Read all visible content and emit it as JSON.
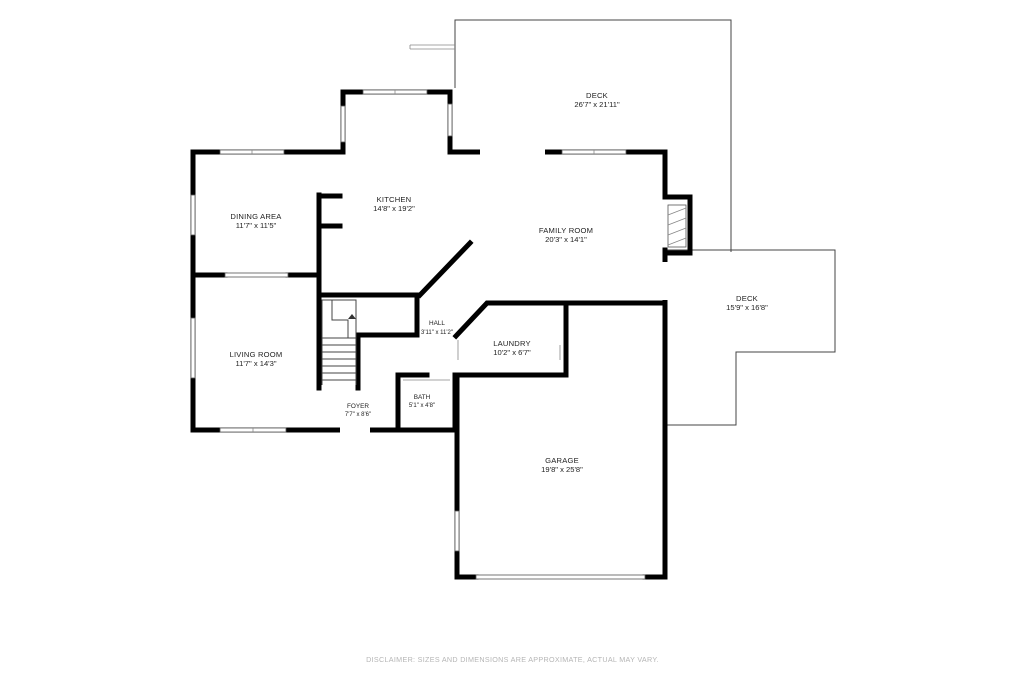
{
  "rooms": {
    "deck_top": {
      "name": "DECK",
      "dim": "26'7\" x 21'11\""
    },
    "kitchen": {
      "name": "KITCHEN",
      "dim": "14'8\" x 19'2\""
    },
    "dining": {
      "name": "DINING AREA",
      "dim": "11'7\" x 11'5\""
    },
    "family": {
      "name": "FAMILY ROOM",
      "dim": "20'3\" x 14'1\""
    },
    "deck_right": {
      "name": "DECK",
      "dim": "15'9\" x 16'8\""
    },
    "hall": {
      "name": "HALL",
      "dim": "3'11\" x 11'2\""
    },
    "laundry": {
      "name": "LAUNDRY",
      "dim": "10'2\" x 6'7\""
    },
    "living": {
      "name": "LIVING ROOM",
      "dim": "11'7\" x 14'3\""
    },
    "foyer": {
      "name": "FOYER",
      "dim": "7'7\" x 8'6\""
    },
    "bath": {
      "name": "BATH",
      "dim": "5'1\" x 4'8\""
    },
    "garage": {
      "name": "GARAGE",
      "dim": "19'8\" x 25'8\""
    }
  },
  "disclaimer": "DISCLAIMER: SIZES AND DIMENSIONS ARE APPROXIMATE, ACTUAL MAY VARY."
}
